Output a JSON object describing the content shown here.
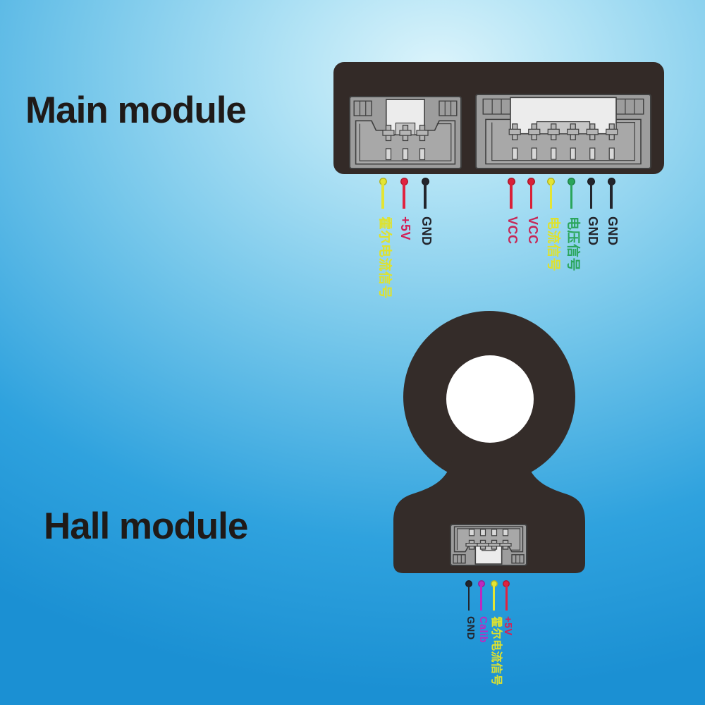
{
  "background": {
    "center_color": "#dcf4fb",
    "edge_color": "#1b90d3"
  },
  "main_module": {
    "title": "Main module",
    "board_color": "#332a27",
    "connectors": [
      {
        "name": "left-3pin-connector",
        "pins": 3,
        "wires": [
          {
            "label": "霍尔电流信号",
            "wire_color": "#e4e533",
            "text_color": "#dfe22c"
          },
          {
            "label": "+5V",
            "wire_color": "#e02240",
            "text_color": "#d32057"
          },
          {
            "label": "GND",
            "wire_color": "#23252c",
            "text_color": "#23252c"
          }
        ]
      },
      {
        "name": "right-6pin-connector",
        "pins": 6,
        "wires": [
          {
            "label": "VCC",
            "wire_color": "#d92038",
            "text_color": "#c62857"
          },
          {
            "label": "VCC",
            "wire_color": "#d92038",
            "text_color": "#c62857"
          },
          {
            "label": "电流信号",
            "wire_color": "#e4e533",
            "text_color": "#dfe22c"
          },
          {
            "label": "电压信号",
            "wire_color": "#2aa55b",
            "text_color": "#2aa55b"
          },
          {
            "label": "GND",
            "wire_color": "#23252c",
            "text_color": "#23252c"
          },
          {
            "label": "GND",
            "wire_color": "#23252c",
            "text_color": "#23252c"
          }
        ]
      }
    ]
  },
  "hall_module": {
    "title": "Hall module",
    "body_color": "#342c29",
    "connector": {
      "name": "bottom-4pin-connector",
      "pins": 4
    },
    "wires": [
      {
        "label": "GND",
        "wire_color": "#23252c",
        "text_color": "#23252c"
      },
      {
        "label": "Calib",
        "wire_color": "#bd29c0",
        "text_color": "#bd29c0"
      },
      {
        "label": "霍尔电流信号",
        "wire_color": "#e4e533",
        "text_color": "#dfe22c"
      },
      {
        "label": "+5V",
        "wire_color": "#e02240",
        "text_color": "#d32057"
      }
    ]
  }
}
